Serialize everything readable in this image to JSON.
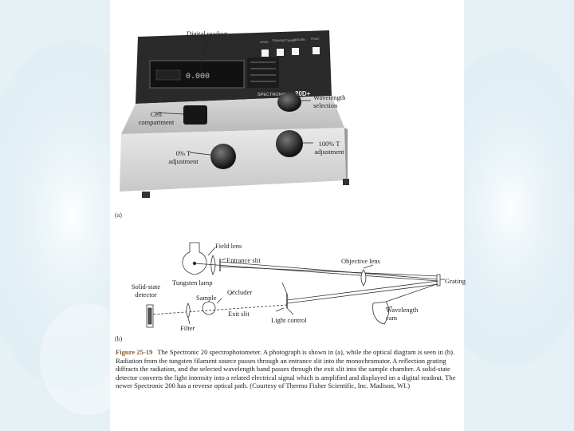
{
  "photo": {
    "labels": {
      "digital_readout": "Digital readout",
      "wavelength_selection": "Wavelength\nselection",
      "cell_compartment": "Cell\ncompartment",
      "zero_t_adjustment": "0% T\nadjustment",
      "hundred_t_adjustment": "100% T\nadjustment"
    },
    "brand": "SPECTRONIC",
    "model": "20D+",
    "readout_digits": "0.000",
    "panel_button_labels": [
      "LEVEL",
      "TRANSMITTANCE",
      "ABSORB",
      "PRINT"
    ],
    "subfigure": "(a)"
  },
  "diagram": {
    "labels": {
      "field_lens": "Field lens",
      "entrance_slit": "Entrance slit",
      "objective_lens": "Objective lens",
      "tungsten_lamp": "Tungsten lamp",
      "grating": "Grating",
      "solid_state_detector": "Solid-state\ndetector",
      "occluder": "Occluder",
      "sample": "Sample",
      "exit_slit": "Exit slit",
      "wavelength_cam": "Wavelength\ncam",
      "filter": "Filter",
      "light_control": "Light control"
    },
    "subfigure": "(b)"
  },
  "caption": {
    "figure_number": "Figure 25-19",
    "text": "The Spectronic 20 spectrophotometer. A photograph is shown in (a), while the optical diagram is seen in (b). Radiation from the tungsten filament source passes through an entrance slit into the monochromator. A reflection grating diffracts the radiation, and the selected wavelength band passes through the exit slit into the sample chamber. A solid-state detector converts the light intensity into a related electrical signal which is amplified and displayed on a digital readout. The newer Spectronic 200 has a reverse optical path. (Courtesy of Thermo Fisher Scientific, Inc. Madison, WI.)"
  }
}
